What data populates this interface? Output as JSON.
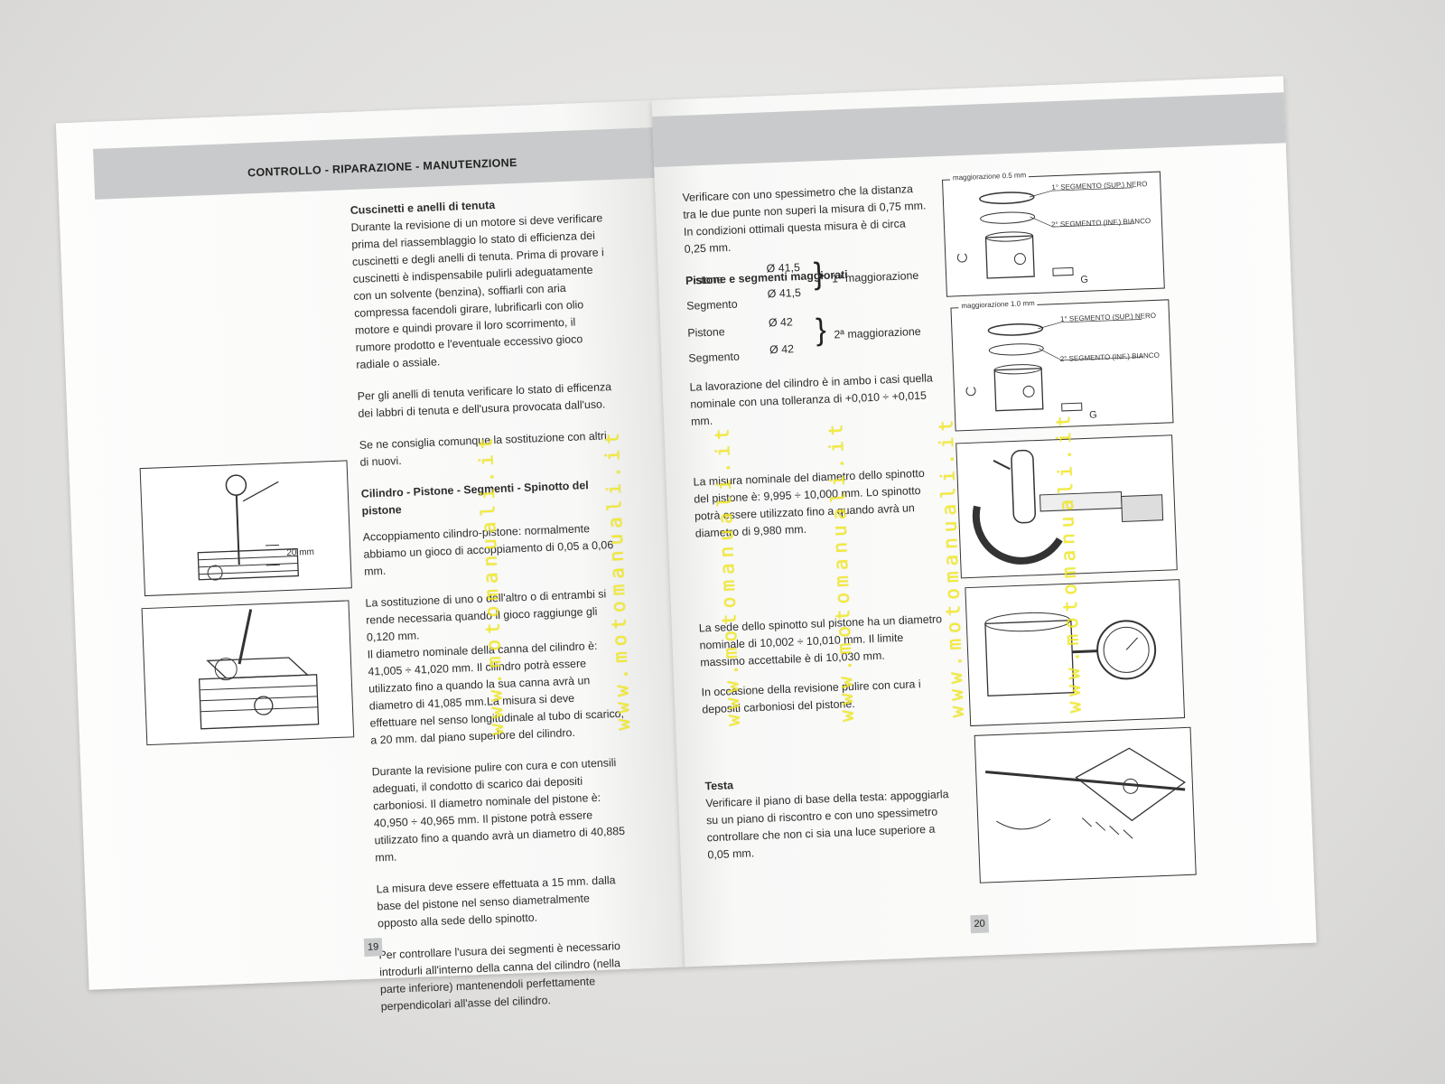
{
  "header": {
    "title": "CONTROLLO - RIPARAZIONE - MANUTENZIONE"
  },
  "left_page": {
    "page_number": "19",
    "section1_heading": "Cuscinetti e anelli di tenuta",
    "section1_p1": "Durante la revisione di un motore si deve verificare prima del riassemblaggio lo stato di efficienza dei cuscinetti e degli anelli di tenuta. Prima di provare i cuscinetti è indispensabile pulirli adeguatamente con un solvente (benzina), soffiarli con aria compressa facendoli girare, lubrificarli con olio motore e quindi provare il loro scorrimento, il rumore prodotto e l'eventuale eccessivo gioco radiale o assiale.",
    "section1_p2": "Per gli anelli di tenuta verificare lo stato di efficenza dei labbri di tenuta e dell'usura provocata dall'uso.",
    "section1_p3": "Se ne consiglia comunque la sostituzione con altri di nuovi.",
    "section2_heading": "Cilindro - Pistone - Segmenti - Spinotto del pistone",
    "section2_p1": "Accoppiamento cilindro-pistone: normalmente abbiamo un gioco di accoppiamento di 0,05 a 0,06 mm.",
    "section2_p2": "La sostituzione di uno o dell'altro o di entrambi si rende necessaria quando il gioco raggiunge gli 0,120 mm.",
    "section2_p3": "Il diametro nominale della canna del cilindro è: 41,005 ÷ 41,020 mm. Il cilindro potrà essere utilizzato fino a quando la sua canna avrà un diametro di 41,085 mm.La misura si deve effettuare nel senso longitudinale al tubo di scarico, a 20 mm. dal piano superiore del cilindro.",
    "section2_p4": "Durante la revisione pulire con cura e con utensili adeguati, il condotto di scarico dai depositi carboniosi. Il diametro nominale del pistone è: 40,950 ÷ 40,965 mm. Il pistone potrà essere utilizzato fino a quando avrà un diametro di 40,885 mm.",
    "section2_p5": "La misura deve essere effettuata a 15 mm. dalla base del pistone nel senso diametralmente opposto alla sede dello spinotto.",
    "section2_p6": "Per controllare l'usura dei segmenti è necessario introdurli all'interno della canna del cilindro (nella parte inferiore) mantenendoli perfettamente perpendicolari all'asse del cilindro.",
    "fig1_label": "20 mm"
  },
  "right_page": {
    "page_number": "20",
    "p1": "Verificare con uno spessimetro che la distanza tra le due punte non superi la misura di 0,75 mm. In condizioni ottimali questa misura è di circa 0,25 mm.",
    "heading_pistone": "Pistone e segmenti maggiorati",
    "specs": [
      {
        "part": "Pistone",
        "value": "Ø 41,5"
      },
      {
        "part": "Segmento",
        "value": "Ø 41,5"
      },
      {
        "part": "Pistone",
        "value": "Ø 42"
      },
      {
        "part": "Segmento",
        "value": "Ø 42"
      }
    ],
    "oversize1": "1ª maggiorazione",
    "oversize2": "2ª maggiorazione",
    "p2": "La lavorazione del cilindro è in ambo i casi quella nominale con una tolleranza di +0,010 ÷ +0,015 mm.",
    "p3": "La misura nominale del diametro dello spinotto del pistone è: 9,995 ÷ 10,000 mm. Lo spinotto potrà essere utilizzato fino a quando avrà un diametro di 9,980 mm.",
    "p4": "La sede dello spinotto sul pistone ha un diametro nominale di 10,002 ÷ 10,010 mm. Il limite massimo accettabile è di 10,030 mm.",
    "p5": "In occasione della revisione pulire con cura i depositi carboniosi del pistone.",
    "heading_testa": "Testa",
    "p6": "Verificare il piano di base della testa: appoggiarla su un piano di riscontro e con uno spessimetro controllare che non ci sia una luce superiore a 0,05 mm.",
    "fig_a": {
      "title": "maggiorazione 0.5 mm",
      "seg1": "1° SEGMENTO (SUP.) NERO",
      "seg2": "2° SEGMENTO (INF.) BIANCO",
      "g": "G"
    },
    "fig_b": {
      "title": "maggiorazione 1.0 mm",
      "seg1": "1° SEGMENTO (SUP.) NERO",
      "seg2": "2° SEGMENTO (INF.) BIANCO",
      "g": "G"
    }
  },
  "watermark": "www.motomanuali.it"
}
